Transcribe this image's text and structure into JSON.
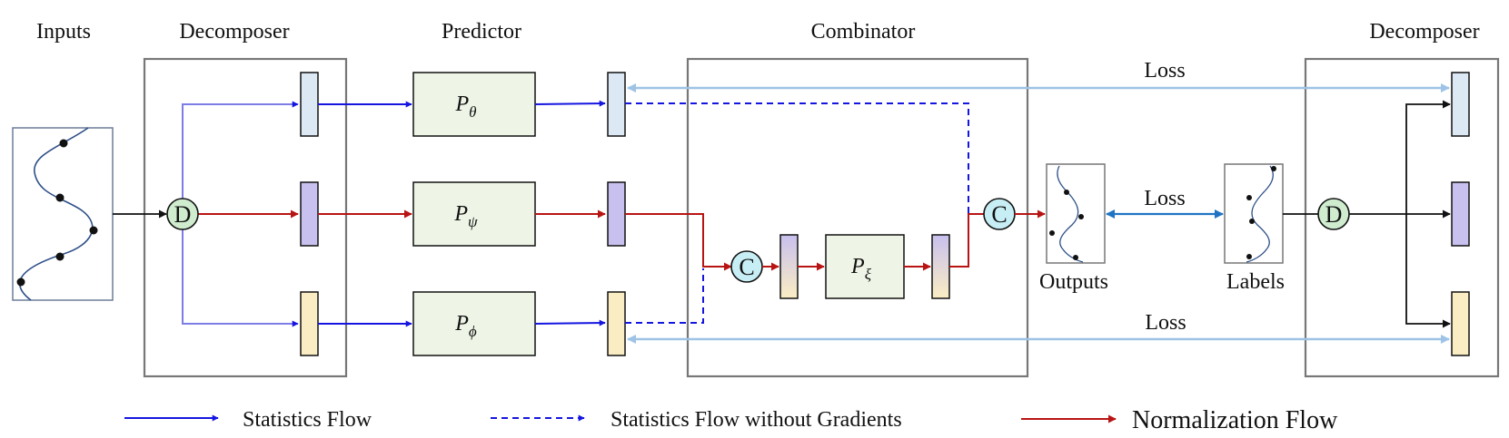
{
  "titles": {
    "inputs": "Inputs",
    "decomposer_left": "Decomposer",
    "predictor": "Predictor",
    "combinator": "Combinator",
    "decomposer_right": "Decomposer"
  },
  "predictors": {
    "theta": {
      "symbol": "P",
      "subscript": "θ"
    },
    "psi": {
      "symbol": "P",
      "subscript": "ψ"
    },
    "phi": {
      "symbol": "P",
      "subscript": "ϕ"
    },
    "xi": {
      "symbol": "P",
      "subscript": "ξ"
    }
  },
  "nodes": {
    "decompose": "D",
    "combine": "C"
  },
  "labels": {
    "outputs": "Outputs",
    "labels": "Labels",
    "loss_top": "Loss",
    "loss_middle": "Loss",
    "loss_bottom": "Loss"
  },
  "legend": {
    "statistics_flow": "Statistics Flow",
    "statistics_no_grad": "Statistics Flow without Gradients",
    "normalization_flow": "Normalization Flow"
  },
  "colors": {
    "statistics": "#1515e0",
    "normalization": "#b81414",
    "loss_light": "#9ec3e6",
    "loss_dark": "#1f73c4",
    "predictor_fill": "#eef5e6",
    "node_fill": "#cfeccf",
    "combine_fill": "#c8eef5",
    "mean_fill": "#dce9f5",
    "residual_fill": "#c8c0ee",
    "std_fill": "#fbedc3",
    "panel_stroke": "#777777"
  }
}
